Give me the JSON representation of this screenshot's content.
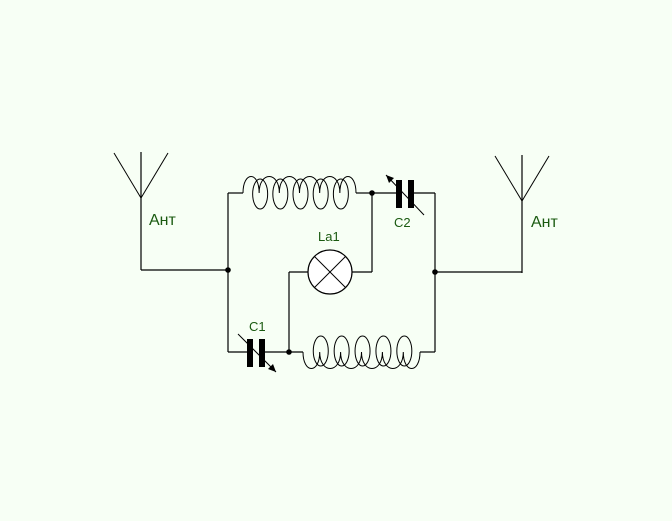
{
  "diagram": {
    "type": "circuit schematic",
    "colors": {
      "background": "#f7fff5",
      "wire": "#000000",
      "label": "#1a5a10"
    },
    "components": {
      "antenna_left": {
        "label": "Ант",
        "kind": "antenna"
      },
      "antenna_right": {
        "label": "Ант",
        "kind": "antenna"
      },
      "inductor_top": {
        "kind": "inductor",
        "turns": 5
      },
      "inductor_bottom": {
        "kind": "inductor",
        "turns": 5
      },
      "capacitor_c1": {
        "label": "C1",
        "kind": "variable capacitor"
      },
      "capacitor_c2": {
        "label": "C2",
        "kind": "variable capacitor"
      },
      "lamp_la1": {
        "label": "La1",
        "kind": "lamp"
      }
    }
  }
}
